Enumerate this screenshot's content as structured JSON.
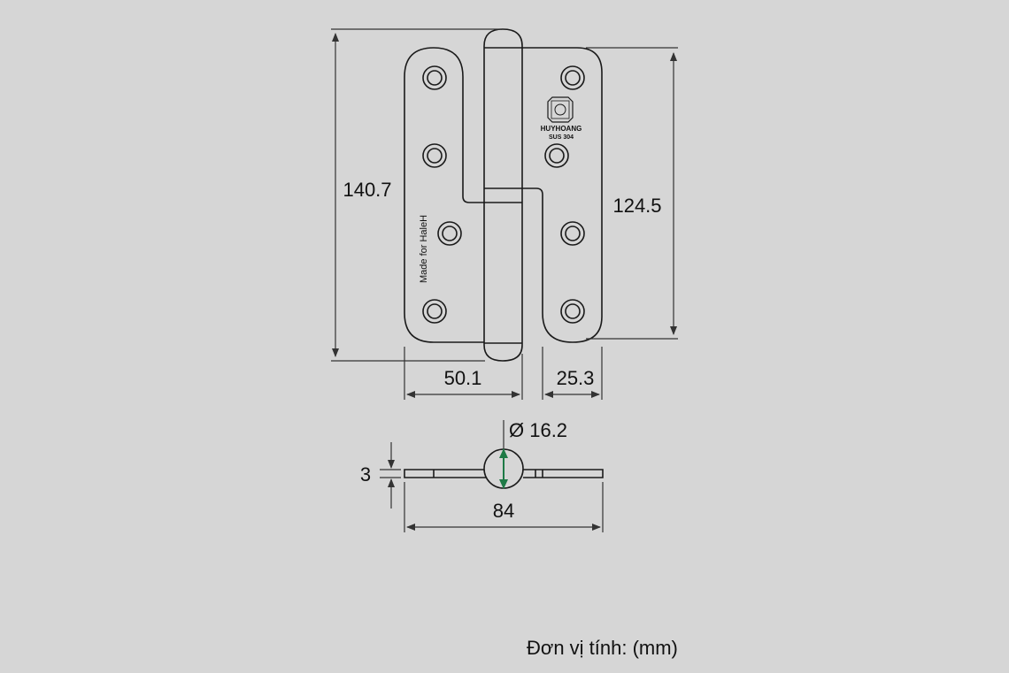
{
  "dimensions": {
    "total_height": "140.7",
    "leaf_height": "124.5",
    "left_width": "50.1",
    "right_width": "25.3",
    "pin_diameter": "Ø 16.2",
    "thickness": "3",
    "total_width": "84"
  },
  "engravings": {
    "left_leaf": "Made for HaleH",
    "logo_brand": "HUYHOANG",
    "material": "SUS 304"
  },
  "unit_note": "Đơn vị tính: (mm)",
  "colors": {
    "background": "#d6d6d6",
    "diameter_arrow": "#1e7a46"
  }
}
